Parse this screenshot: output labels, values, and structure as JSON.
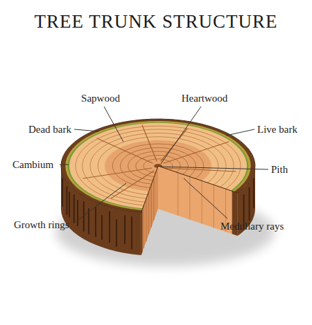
{
  "diagram": {
    "title": "TREE TRUNK STRUCTURE",
    "labels": [
      "Sapwood",
      "Heartwood",
      "Dead bark",
      "Live bark",
      "Cambium",
      "Pith",
      "Growth rings",
      "Medullary rays"
    ]
  }
}
